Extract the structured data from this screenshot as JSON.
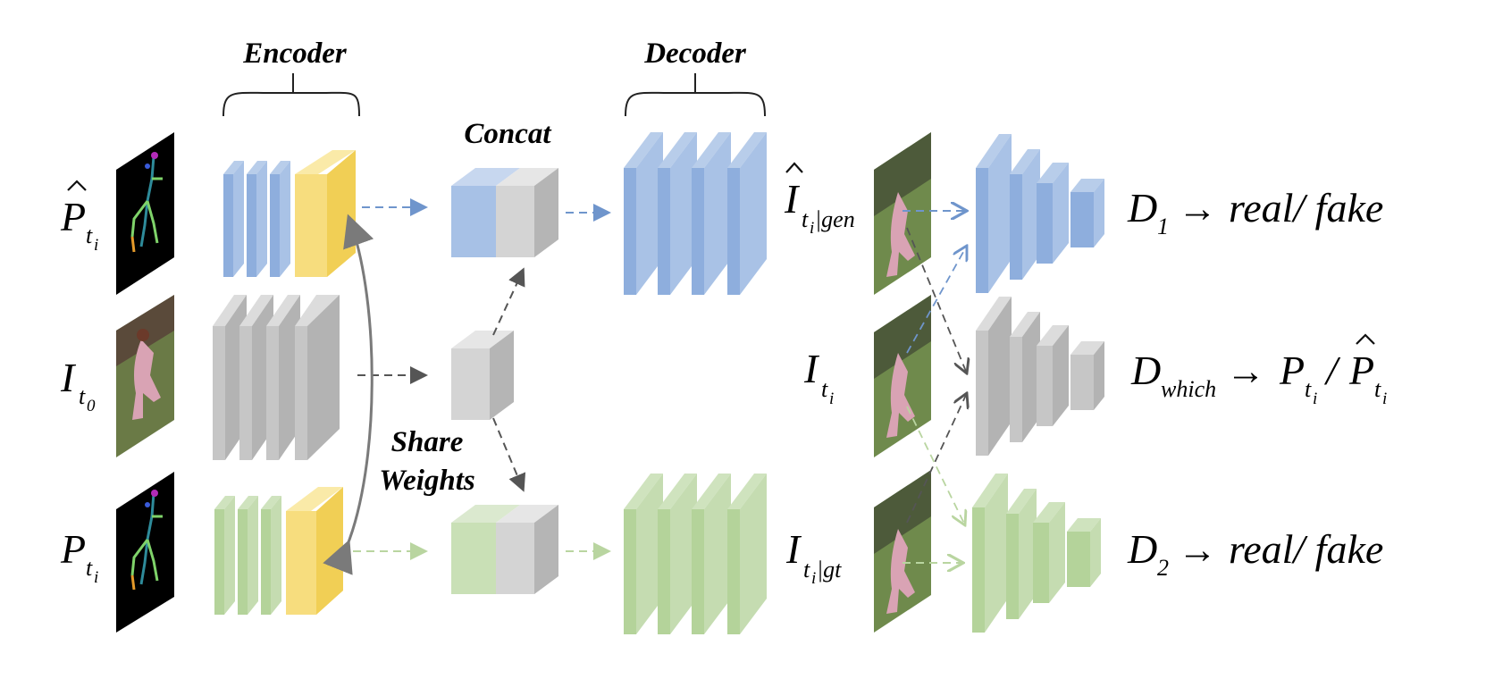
{
  "headers": {
    "encoder": "Encoder",
    "decoder": "Decoder",
    "concat": "Concat",
    "share_line1": "Share",
    "share_line2": "Weights"
  },
  "inputs": {
    "p_hat": {
      "base": "P",
      "sub": "t",
      "subsub": "i"
    },
    "i_t0": {
      "base": "I",
      "sub": "t",
      "subsub": "0"
    },
    "p": {
      "base": "P",
      "sub": "t",
      "subsub": "i"
    }
  },
  "outputs": {
    "i_gen": {
      "base": "I",
      "sub": "t",
      "subsub": "i",
      "suffix": "|gen"
    },
    "i_t": {
      "base": "I",
      "sub": "t",
      "subsub": "i"
    },
    "i_gt": {
      "base": "I",
      "sub": "t",
      "subsub": "i",
      "suffix": "|gt"
    }
  },
  "discriminators": {
    "d1": {
      "base": "D",
      "sub": "1",
      "arrow": "→",
      "result": "real/ fake"
    },
    "dwhich": {
      "base": "D",
      "sub": "which",
      "arrow": "→",
      "p": "P",
      "p_sub": "t",
      "p_subsub": "i",
      "slash": "/",
      "phat": "P",
      "phat_sub": "t",
      "phat_subsub": "i"
    },
    "d2": {
      "base": "D",
      "sub": "2",
      "arrow": "→",
      "result": "real/ fake"
    }
  },
  "colors": {
    "blue": "#8eaedd",
    "gray": "#c6c6c6",
    "green": "#b4d39a",
    "yellow": "#f7dd7e",
    "arrow_blue": "#6f95cc",
    "arrow_gray": "#555555",
    "arrow_green": "#b9d5a0"
  }
}
